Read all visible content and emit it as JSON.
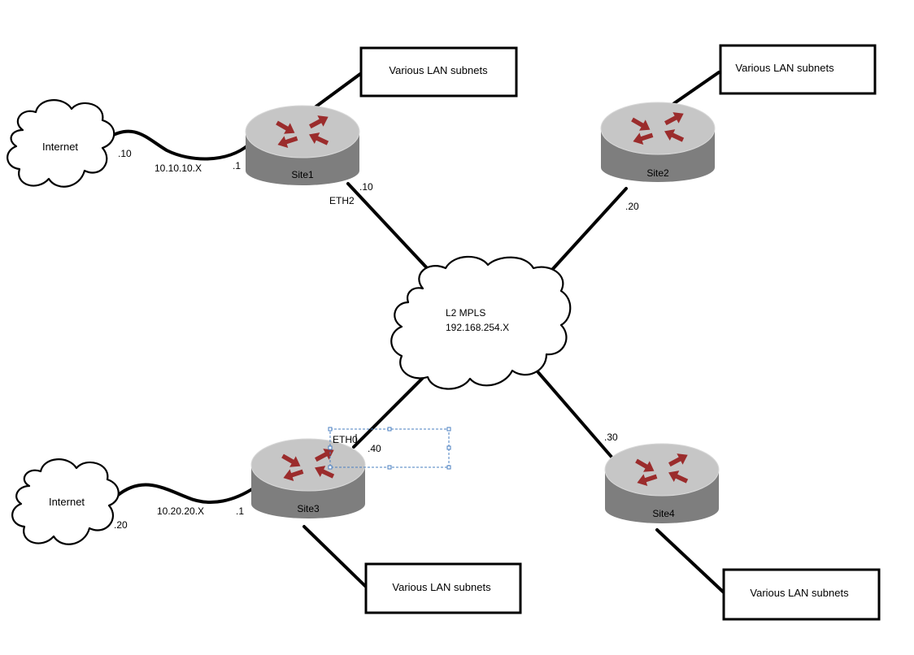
{
  "lan_boxes": {
    "site1": "Various LAN subnets",
    "site2": "Various LAN subnets",
    "site3": "Various LAN subnets",
    "site4": "Various LAN subnets"
  },
  "clouds": {
    "internet_top": "Internet",
    "internet_bottom": "Internet",
    "mpls_line1": "L2 MPLS",
    "mpls_line2": "192.168.254.X"
  },
  "routers": {
    "site1": "Site1",
    "site2": "Site2",
    "site3": "Site3",
    "site4": "Site4"
  },
  "labels": {
    "inet1_ip": ".10",
    "inet1_subnet": "10.10.10.X",
    "site1_wan_ip": ".1",
    "site1_mpls_ip": ".10",
    "site1_eth": "ETH2",
    "site2_mpls_ip": ".20",
    "site3_eth": "ETH0",
    "site3_mpls_ip": ".40",
    "site4_mpls_ip": ".30",
    "inet2_subnet": "10.20.20.X",
    "site3_wan_ip": ".1",
    "inet2_ip": ".20"
  },
  "colors": {
    "router_top": "#c8c8c8",
    "router_side": "#7e7e7e",
    "arrow": "#9b2c2c",
    "selection": "#4a7fc0"
  }
}
